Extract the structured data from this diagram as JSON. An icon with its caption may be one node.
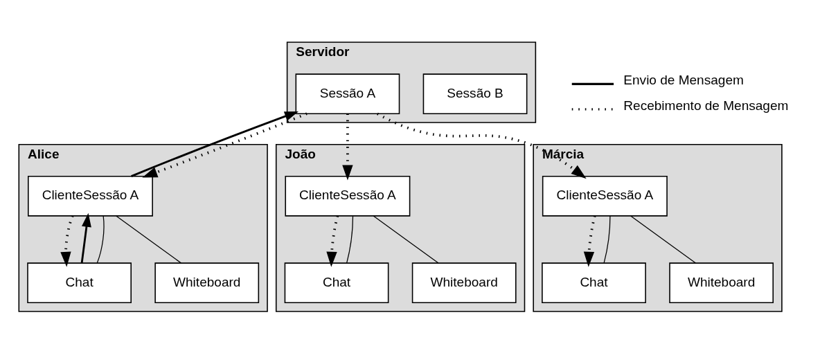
{
  "diagram": {
    "nodes": [
      {
        "text": [
          "Servidor"
        ]
      },
      {
        "text": [
          "Sessão B"
        ],
        "in": 0
      },
      {
        "text": [
          "Sessão A"
        ],
        "in": 0
      },
      {
        "text": [
          "Alice"
        ]
      },
      {
        "text": [
          "ClienteSessão A"
        ],
        "in": 3
      },
      {
        "text": [
          "Chat"
        ],
        "in": 3
      },
      {
        "text": [
          "Whiteboard"
        ],
        "in": 3
      },
      {
        "text": [
          "João"
        ]
      },
      {
        "text": [
          "ClienteSessão A"
        ],
        "in": 7
      },
      {
        "text": [
          "Chat"
        ],
        "in": 7
      },
      {
        "text": [
          "Whiteboard"
        ],
        "in": 7
      },
      {
        "text": [
          "Márcia"
        ]
      },
      {
        "text": [
          "ClienteSessão A"
        ],
        "in": 11
      },
      {
        "text": [
          "Chat"
        ],
        "in": 11
      },
      {
        "text": [
          "Whiteboard"
        ],
        "in": 11
      }
    ],
    "edges": [
      {
        "from": 5,
        "to": 4,
        "arrow": "to"
      },
      {
        "from": 4,
        "to": 2,
        "arrow": "to"
      },
      {
        "from": 2,
        "to": 4,
        "arrow": "to",
        "style": "dashed"
      },
      {
        "from": 2,
        "to": 8,
        "arrow": "to",
        "style": "dashed"
      },
      {
        "from": 2,
        "to": 12,
        "arrow": "to",
        "style": "dashed"
      },
      {
        "from": 4,
        "to": 5,
        "arrow": "to",
        "style": "dashed"
      },
      {
        "from": 8,
        "to": 9,
        "arrow": "to",
        "style": "dashed"
      },
      {
        "from": 12,
        "to": 13,
        "arrow": "to",
        "style": "dashed"
      },
      {
        "from": 4,
        "to": 5,
        "arrow": "none"
      },
      {
        "from": 4,
        "to": 6,
        "arrow": "none"
      },
      {
        "from": 8,
        "to": 9,
        "arrow": "none"
      },
      {
        "from": 8,
        "to": 10,
        "arrow": "none"
      },
      {
        "from": 12,
        "to": 13,
        "arrow": "none"
      },
      {
        "from": 12,
        "to": 14,
        "arrow": "none"
      }
    ],
    "legend": [
      {
        "text": "Envio de Mensagem"
      },
      {
        "text": "Recebimento de Mensagem"
      }
    ]
  }
}
